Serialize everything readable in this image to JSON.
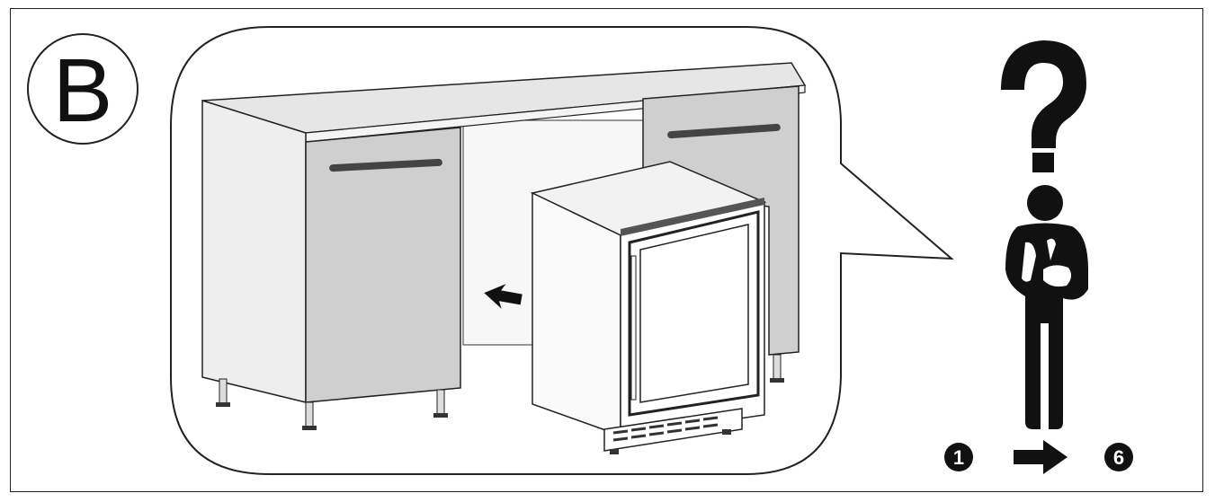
{
  "section_label": "B",
  "step_start": "1",
  "step_end": "6",
  "icons": [
    "question-mark-icon",
    "thinking-person-icon",
    "arrow-right-icon",
    "arrow-left-icon"
  ],
  "colors": {
    "line": "#222222",
    "cabinet_door": "#cfcfcf",
    "cabinet_side": "#eeeeee",
    "countertop": "#e6e6e6"
  }
}
